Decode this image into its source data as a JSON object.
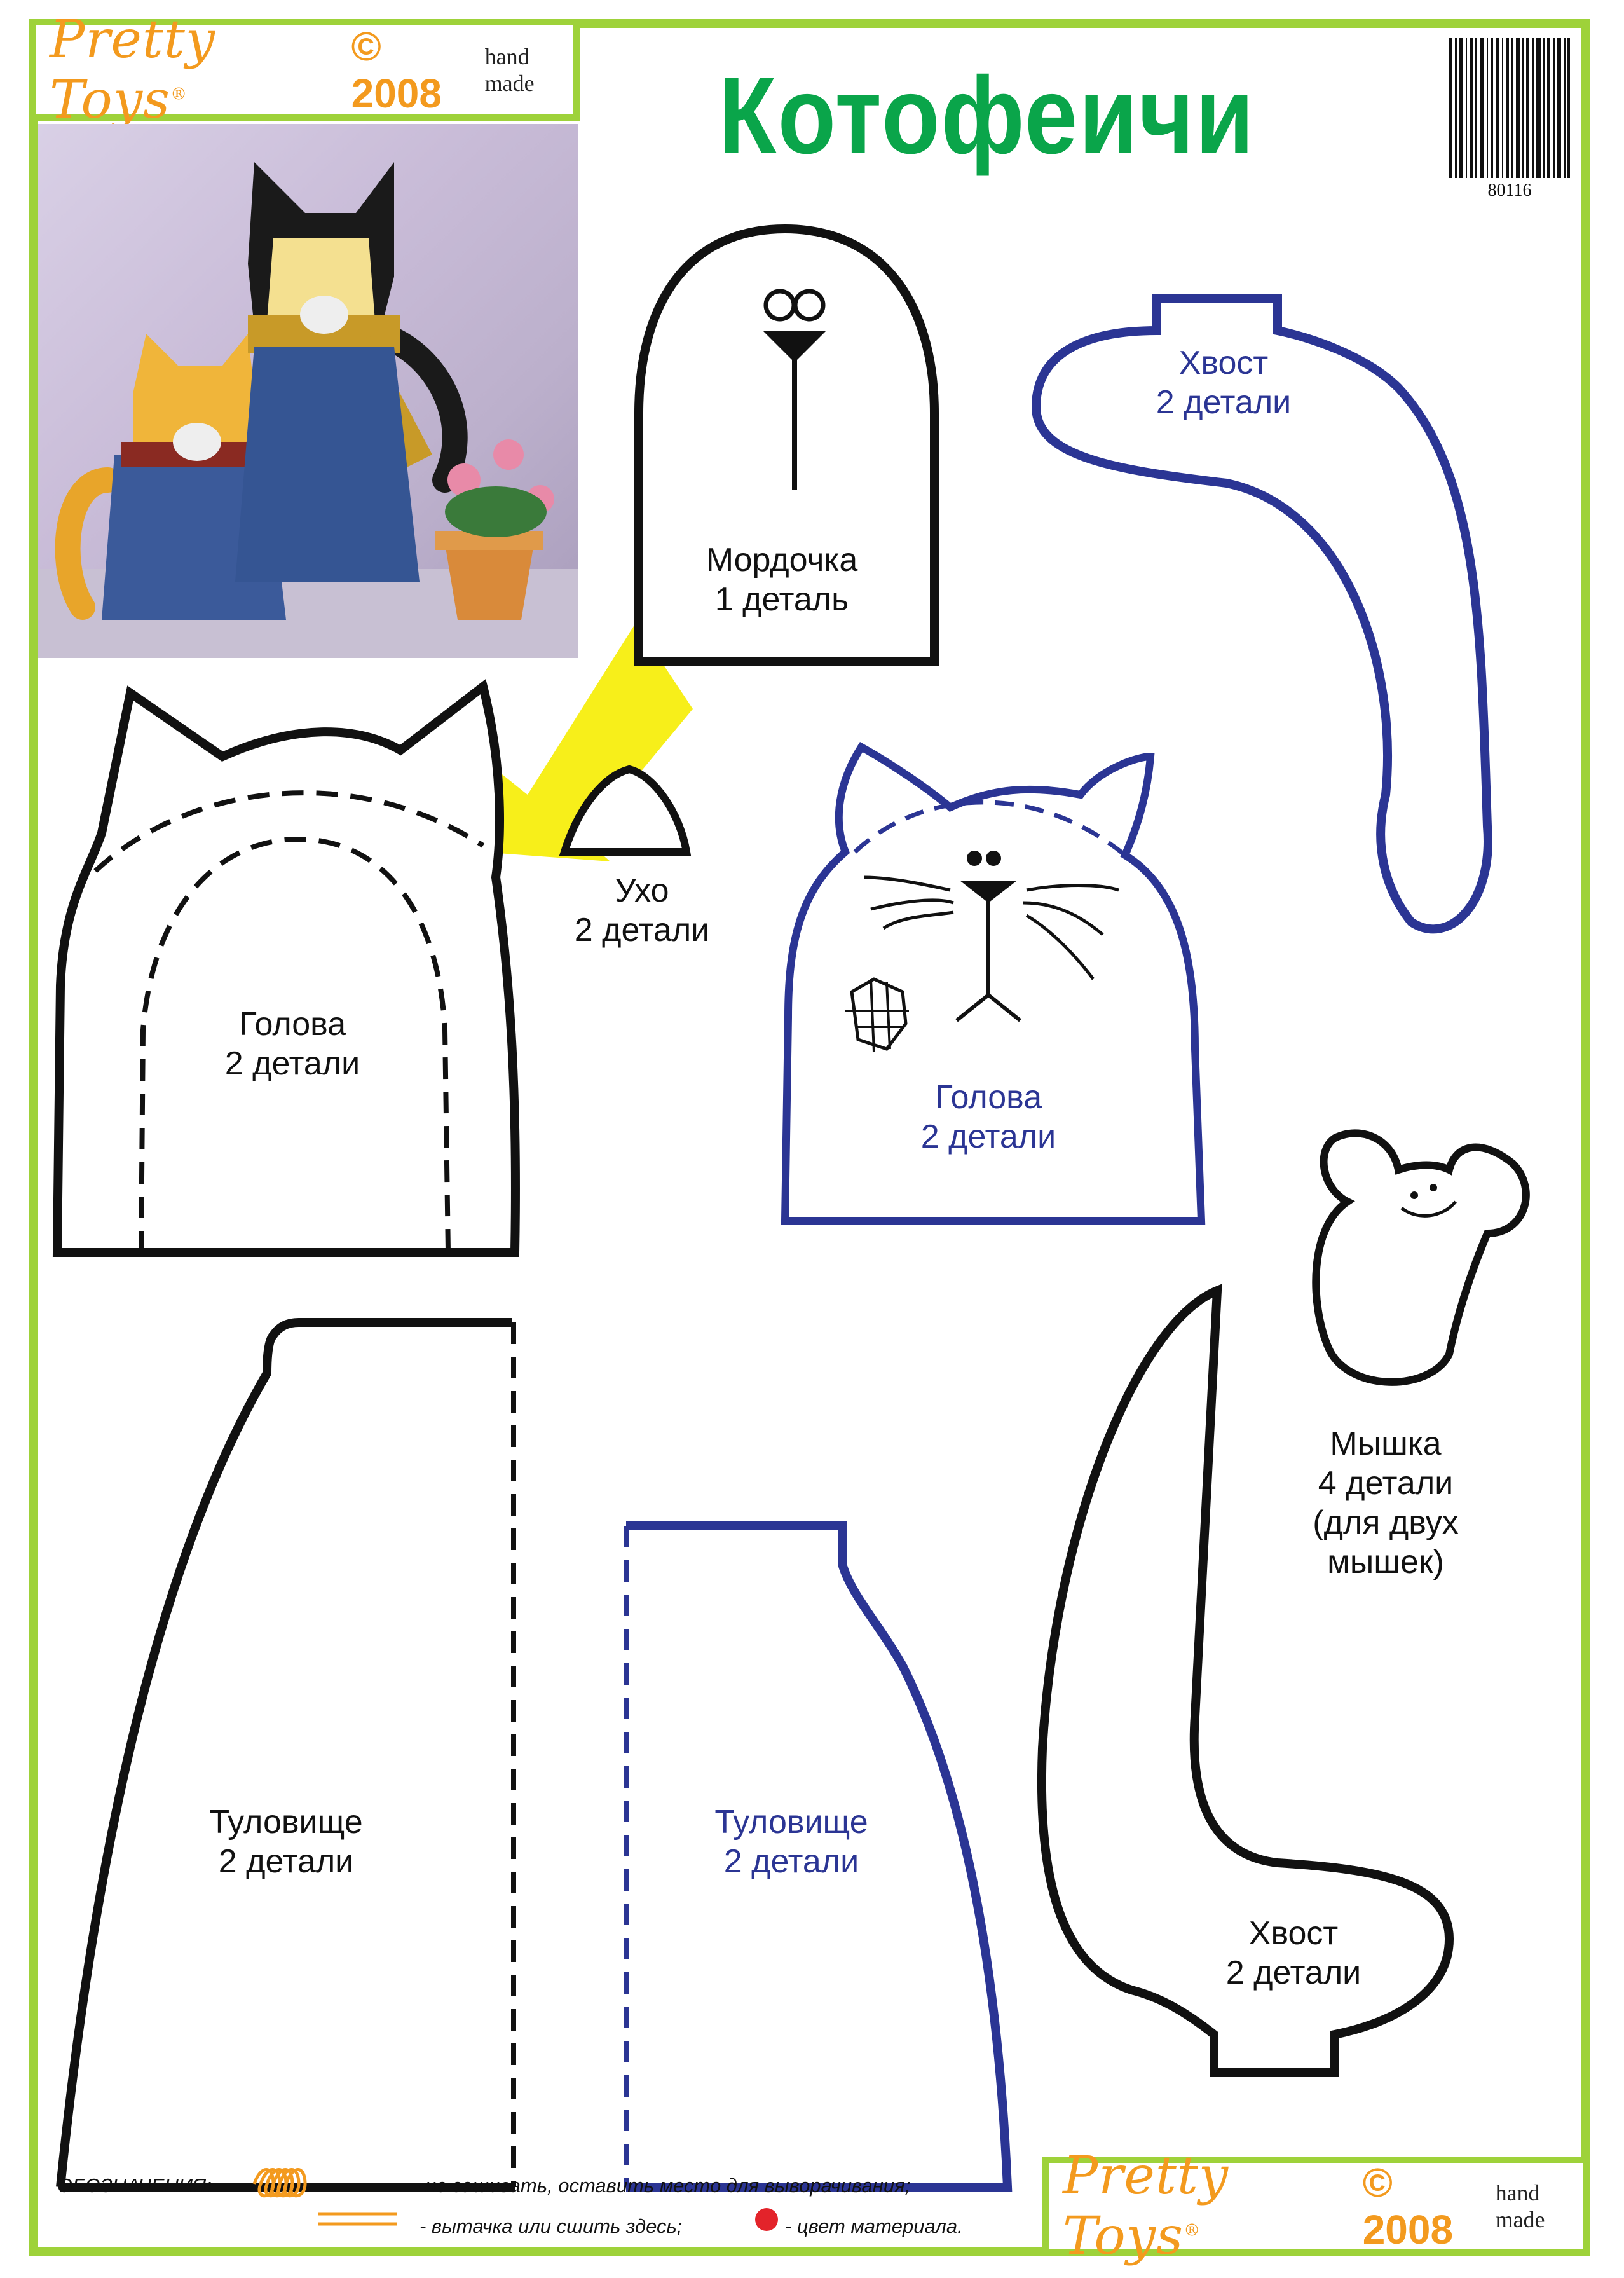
{
  "brand": {
    "name": "Pretty Toys",
    "reg": "®",
    "copyright": "© 2008",
    "hand_made": "hand made"
  },
  "title": "Котофеичи",
  "barcode_number": "80116",
  "pieces": {
    "mordochka": "Мордочка\n1 деталь",
    "hvost_top": "Хвост\n2 детали",
    "golova_black": "Голова\n2 детали",
    "uho": "Ухо\n2 детали",
    "golova_blue": "Голова\n2 детали",
    "myshka": "Мышка\n4 детали\n(для двух\nмышек)",
    "tulovishche_black": "Туловище\n2 детали",
    "tulovishche_blue": "Туловище\n2 детали",
    "hvost_bottom": "Хвост\n2 детали"
  },
  "legend": {
    "header": "ОБОЗНАЧЕНИЯ:",
    "not_sew": "- не зашивать, оставить место  для выворачивания;",
    "dart": "- вытачка или сшить здесь;",
    "color": "- цвет материала."
  },
  "colors": {
    "frame_green": "#9ed23a",
    "title_green": "#0aa54a",
    "brand_orange": "#f39a1e",
    "blue_outline": "#2b3594",
    "arrow_yellow": "#f7ef1a",
    "dot_red": "#e3232a"
  }
}
